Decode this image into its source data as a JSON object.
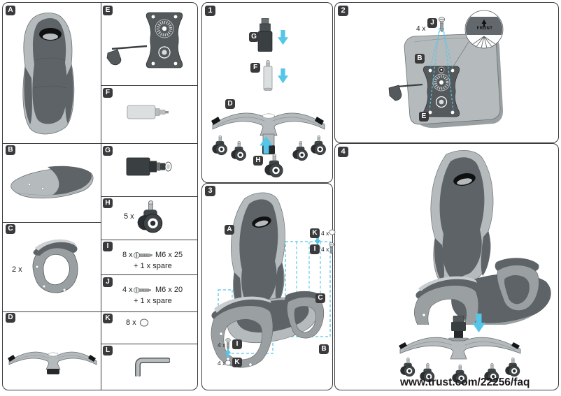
{
  "colors": {
    "accent_blue": "#55c6ea",
    "chair_light": "#b5babc",
    "chair_mid": "#9aa0a2",
    "chair_dark": "#5d6367",
    "badge_bg": "#3a3a3c",
    "panel_border": "#3b3b3d"
  },
  "icons": {
    "screw": "screw-icon",
    "washer": "washer-cap-icon",
    "caster": "caster-wheel-icon",
    "arrow_down": "arrow-down-icon",
    "arrow_up": "arrow-up-icon"
  },
  "parts": [
    {
      "label": "A",
      "name": "backrest"
    },
    {
      "label": "B",
      "name": "seat-cushion"
    },
    {
      "label": "C",
      "name": "armrest",
      "qty": "2 x"
    },
    {
      "label": "D",
      "name": "five-star-base"
    },
    {
      "label": "E",
      "name": "tilt-mechanism"
    },
    {
      "label": "F",
      "name": "gas-lift-cylinder"
    },
    {
      "label": "G",
      "name": "gas-lift-cover"
    },
    {
      "label": "H",
      "name": "caster-wheel",
      "qty": "5 x"
    },
    {
      "label": "I",
      "name": "screw",
      "qty": "8 x",
      "spec": "M6 x 25",
      "spare": "+ 1 x spare"
    },
    {
      "label": "J",
      "name": "screw",
      "qty": "4 x",
      "spec": "M6 x 20",
      "spare": "+ 1 x spare"
    },
    {
      "label": "K",
      "name": "washer-cap",
      "qty": "8 x"
    },
    {
      "label": "L",
      "name": "allen-key"
    }
  ],
  "steps": {
    "s1": {
      "number": "1",
      "g": "G",
      "f": "F",
      "d": "D",
      "h": "H"
    },
    "s2": {
      "number": "2",
      "j": "J",
      "b": "B",
      "e": "E",
      "j_qty": "4 x",
      "front": "FRONT"
    },
    "s3": {
      "number": "3",
      "a": "A",
      "b": "B",
      "c": "C",
      "i": "I",
      "k": "K",
      "i_qty": "4 x",
      "k_qty": "4 x"
    },
    "s4": {
      "number": "4",
      "url": "www.trust.com/22256/faq"
    }
  }
}
